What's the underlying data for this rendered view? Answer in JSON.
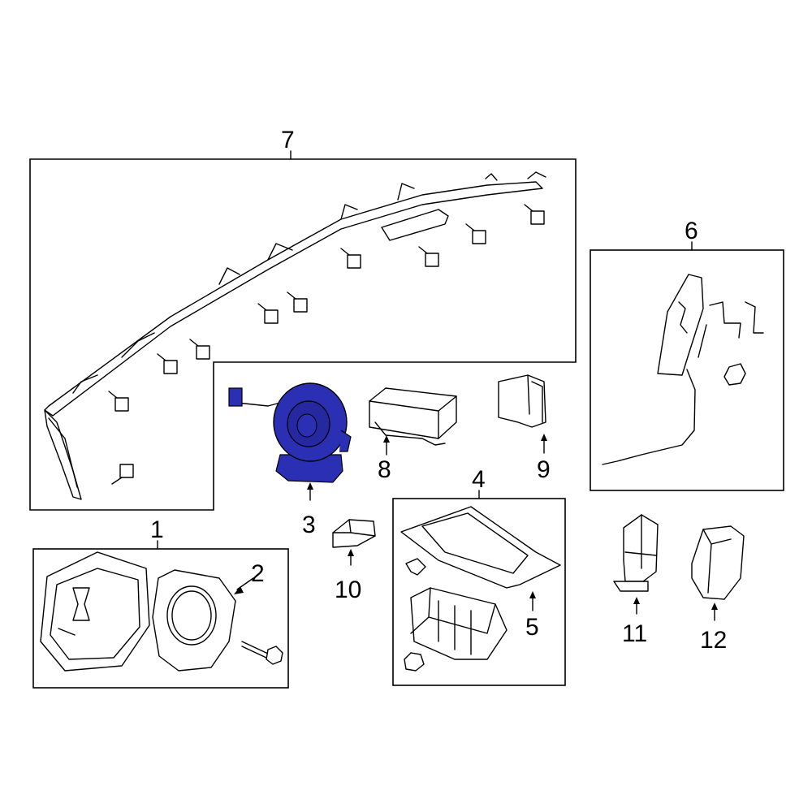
{
  "callouts": {
    "c1": "1",
    "c2": "2",
    "c3": "3",
    "c4": "4",
    "c5": "5",
    "c6": "6",
    "c7": "7",
    "c8": "8",
    "c9": "9",
    "c10": "10",
    "c11": "11",
    "c12": "12"
  },
  "colors": {
    "highlight": "#2b2fb3",
    "line": "#000000",
    "background": "#ffffff"
  }
}
